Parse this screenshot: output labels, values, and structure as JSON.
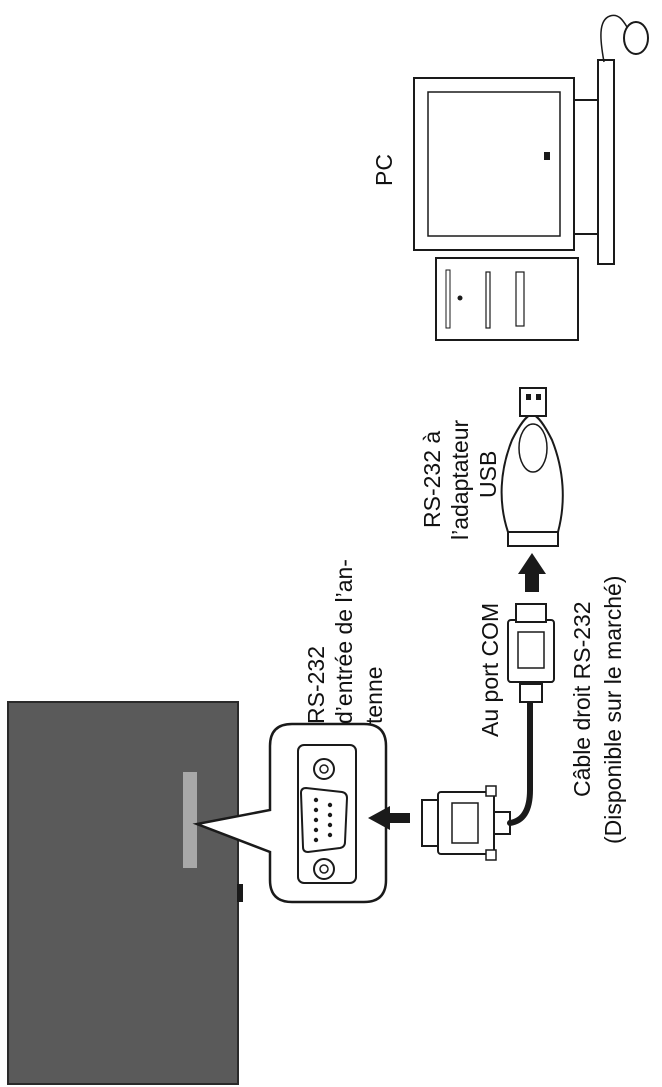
{
  "labels": {
    "pc": "PC",
    "adapter_line1": "RS-232 à",
    "adapter_line2": "l’adaptateur",
    "adapter_line3": "USB",
    "port_line1": "RS-232",
    "port_line2": "d’entrée de l’an-",
    "port_line3": "tenne",
    "com_port": "Au port COM",
    "cable_line1": "Câble droit RS-232",
    "cable_line2": "(Disponible sur le marché)"
  },
  "colors": {
    "tv_body": "#5a5a5a",
    "tv_port_strip": "#a8a8a8",
    "line": "#1a1a1a",
    "paper": "#ffffff"
  },
  "icons": {
    "tv": "tv-rear-panel-icon",
    "db9_port": "db9-serial-port-icon",
    "db9_plug": "db9-plug-icon",
    "usb_adapter": "usb-serial-adapter-icon",
    "pc": "desktop-pc-icon",
    "mouse": "mouse-icon",
    "arrow": "arrow-icon"
  }
}
